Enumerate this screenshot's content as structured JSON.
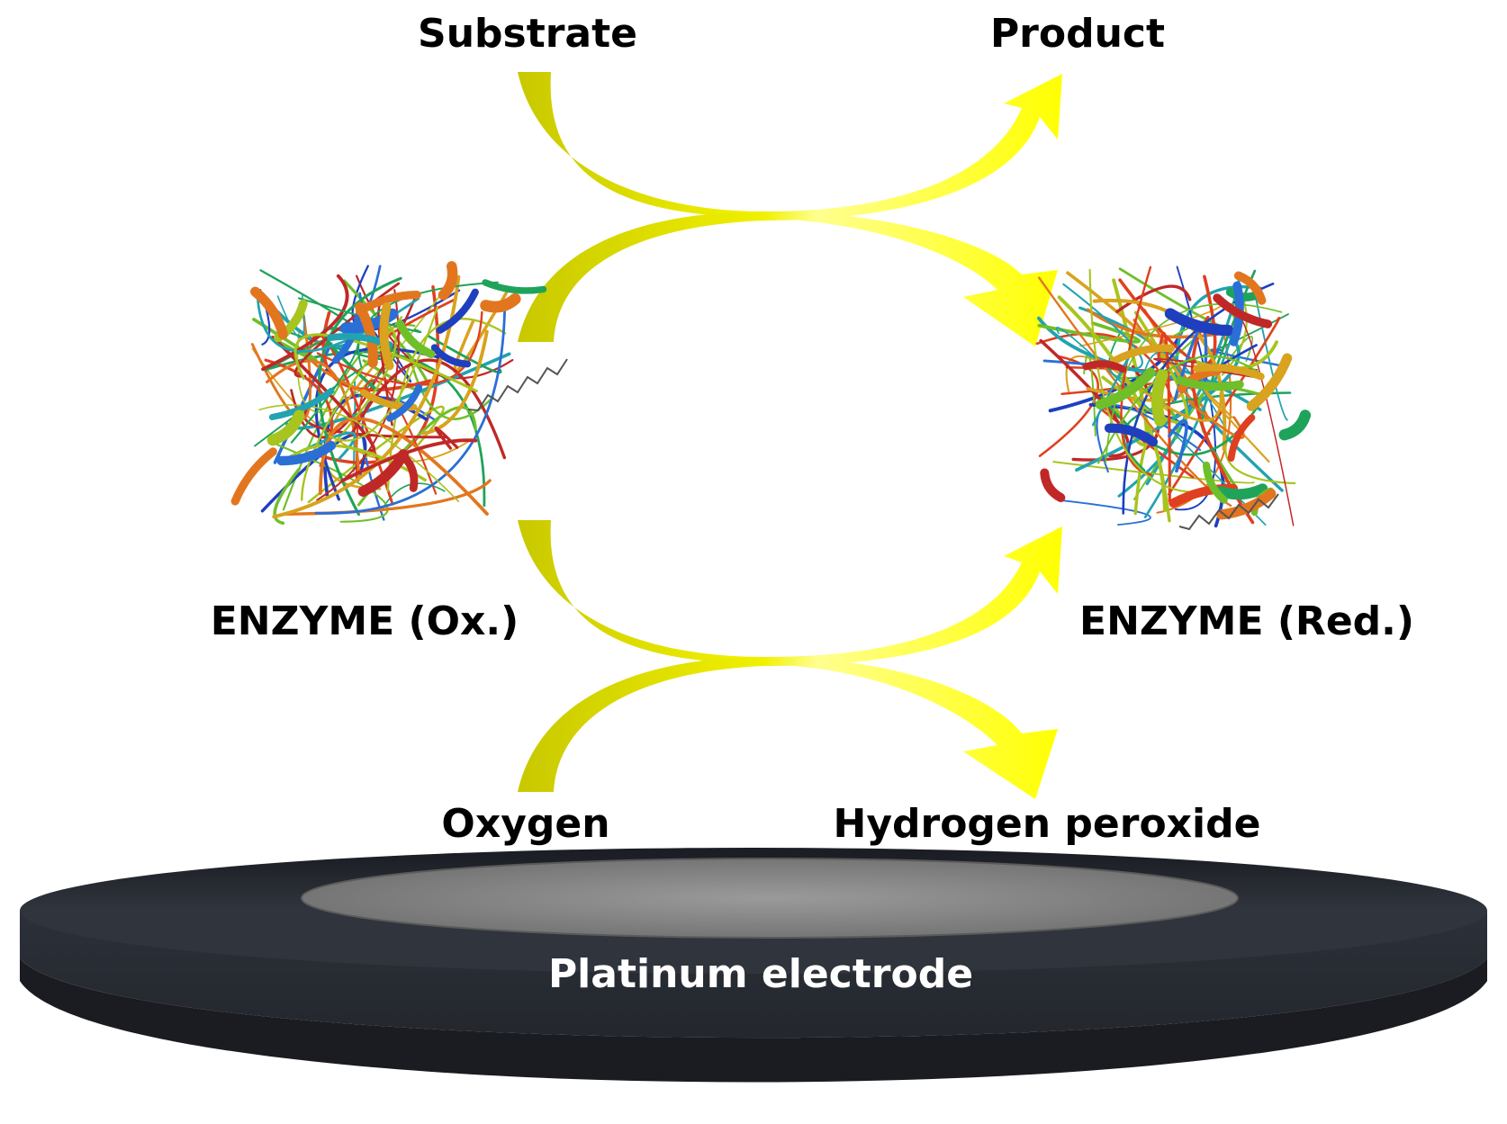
{
  "labels": {
    "substrate": "Substrate",
    "product": "Product",
    "enzyme_ox": "ENZYME (Ox.)",
    "enzyme_red": "ENZYME (Red.)",
    "oxygen": "Oxygen",
    "hydrogen_peroxide": "Hydrogen peroxide",
    "electrode": "Platinum electrode"
  },
  "colors": {
    "arrow_light": "#ffff00",
    "arrow_dark": "#cccc00",
    "electrode_body": "#22252b",
    "electrode_disc": "#888888",
    "text": "#000000",
    "electrode_text": "#ffffff"
  },
  "icons": {
    "enzyme": "protein-ribbon-structure-icon"
  }
}
